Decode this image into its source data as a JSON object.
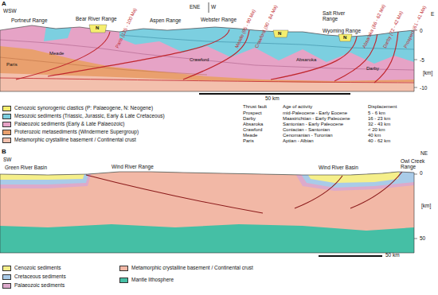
{
  "diagram": {
    "labels": [
      "A",
      "WSW",
      "ENE",
      "W",
      "E",
      "Portneuf Range",
      "Bear River Range",
      "Aspen Range",
      "Webster Range",
      "Salt River Range",
      "Wyoming Range",
      "Paris (125 - 100 Ma)",
      "Meade (95 - 90 Ma)",
      "Crawford (90 - 84 Ma)",
      "Absaroka (86 - 62 Ma)",
      "Darby (72 - 42 Ma)",
      "Prospect (61 - 41 Ma)",
      "N",
      "N",
      "N",
      "Paris",
      "Meade",
      "Crawford",
      "Absaroka",
      "Darby",
      "0",
      "-5",
      "-10",
      "[km]",
      "50 km",
      "Thrust fault",
      "Age of activity",
      "Displacement",
      "Prospect",
      "mid-Paleocene - Early Eocene",
      "5 - 6 km",
      "Darby",
      "Maastrichtian - Early Paleocene",
      "16 - 23 km",
      "Absaroka",
      "Santonian - Early Paleocene",
      "32 - 43 km",
      "Crawford",
      "Coniacian - Santonian",
      "< 20 km",
      "Meade",
      "Cenomanian - Turonian",
      "40 km",
      "Paris",
      "Aptian - Albian",
      "40 - 62 km",
      "B",
      "SW",
      "NE",
      "Green River Basin",
      "Wind River Range",
      "Wind River Basin",
      "Owl Creek Range",
      "0",
      "[km]",
      "50",
      "50 km"
    ],
    "legend": [
      {
        "text": "Cenozoic synorogenic clastics (P: Palaeogene, N: Neogene)",
        "color": "#f5ee6e"
      },
      {
        "text": "Mesozoic sediments (Triassic, Jurassic, Early & Late Cretaceous)",
        "color": "#7ccfe0"
      },
      {
        "text": "Palaeozoic sediments (Early & Late Palaeozoic)",
        "color": "#e6a3c6"
      },
      {
        "text": "Proterozoic metasediments (Windermere Supergroup)",
        "color": "#e9a06e"
      },
      {
        "text": "Metamorphic crystalline basement / Continental crust",
        "color": "#f3c0ad"
      },
      {
        "text": "Cenozoic sediments",
        "color": "#f5ef8a"
      },
      {
        "text": "Cretaceous sediments",
        "color": "#a9cbe8"
      },
      {
        "text": "Palaeozoic sediments",
        "color": "#dcaacb"
      },
      {
        "text": "Metamorphic crystalline basement / Continental crust",
        "color": "#f2b8a6"
      },
      {
        "text": "Mantle lithosphere",
        "color": "#45bfa5"
      }
    ]
  }
}
